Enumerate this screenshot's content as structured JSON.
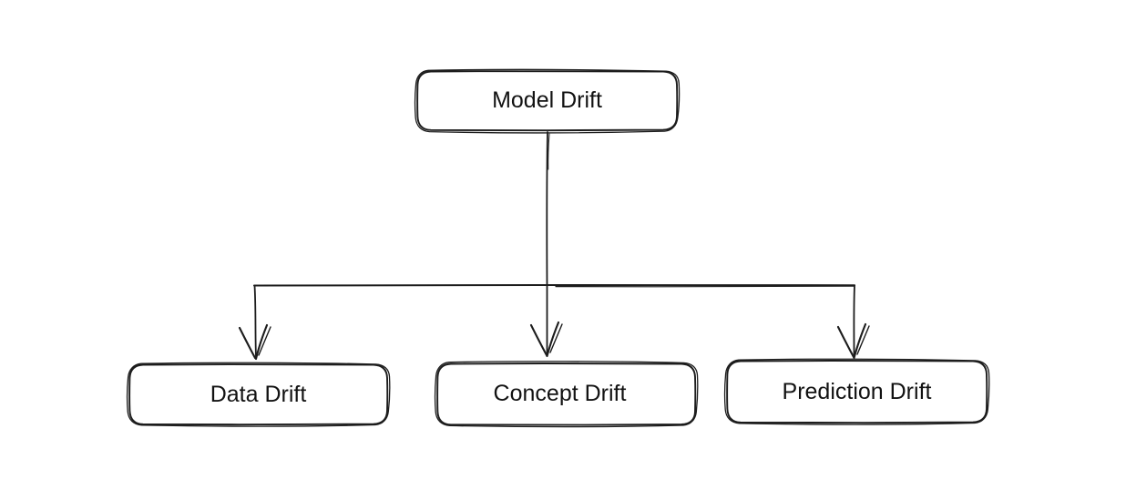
{
  "diagram": {
    "type": "flowchart",
    "style": "hand-drawn",
    "root": {
      "label": "Model Drift"
    },
    "children": [
      {
        "label": "Data Drift"
      },
      {
        "label": "Concept Drift"
      },
      {
        "label": "Prediction Drift"
      }
    ],
    "edges": [
      {
        "from": "Model Drift",
        "to": "Data Drift"
      },
      {
        "from": "Model Drift",
        "to": "Concept Drift"
      },
      {
        "from": "Model Drift",
        "to": "Prediction Drift"
      }
    ],
    "colors": {
      "ink": "#1c1c1c",
      "background": "#ffffff",
      "text": "#121212"
    }
  }
}
